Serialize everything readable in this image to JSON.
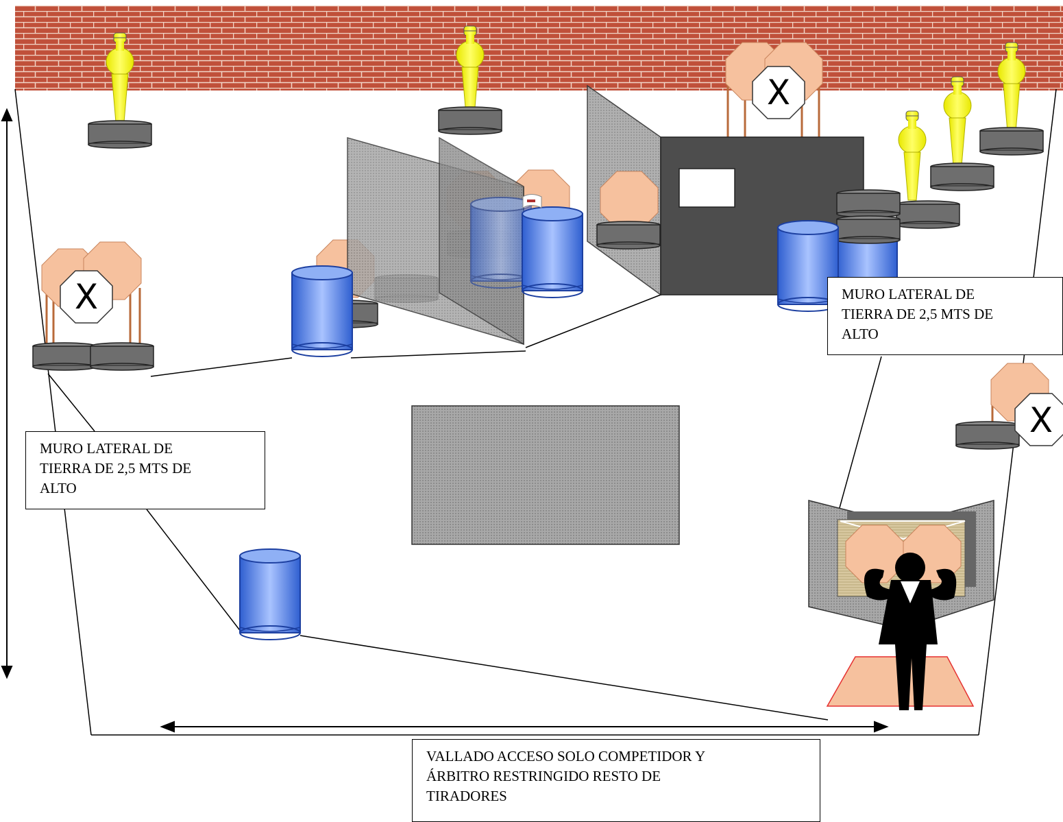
{
  "notes": {
    "left_wall": "MURO LATERAL DE\nTIERRA  DE 2,5 MTS DE\nALTO",
    "right_wall": "MURO LATERAL DE\nTIERRA  DE 2,5 MTS DE\nALTO",
    "fence": "VALLADO ACCESO SOLO COMPETIDOR Y\nÁRBITRO RESTRINGIDO RESTO DE\nTIRADORES"
  },
  "no_shoot_mark": "X",
  "colors": {
    "brick": "#c0503a",
    "mortar": "#f2d6c8",
    "popper": "#ffff00",
    "barrel": "#3f6fd8",
    "steel_plate": "#f6c19e",
    "base": "#6e6e6e",
    "wall_panel": "#9e9e9e",
    "building": "#4d4d4d",
    "shooter_box": "#f6c19e",
    "shooter_box_border": "#e53030"
  }
}
